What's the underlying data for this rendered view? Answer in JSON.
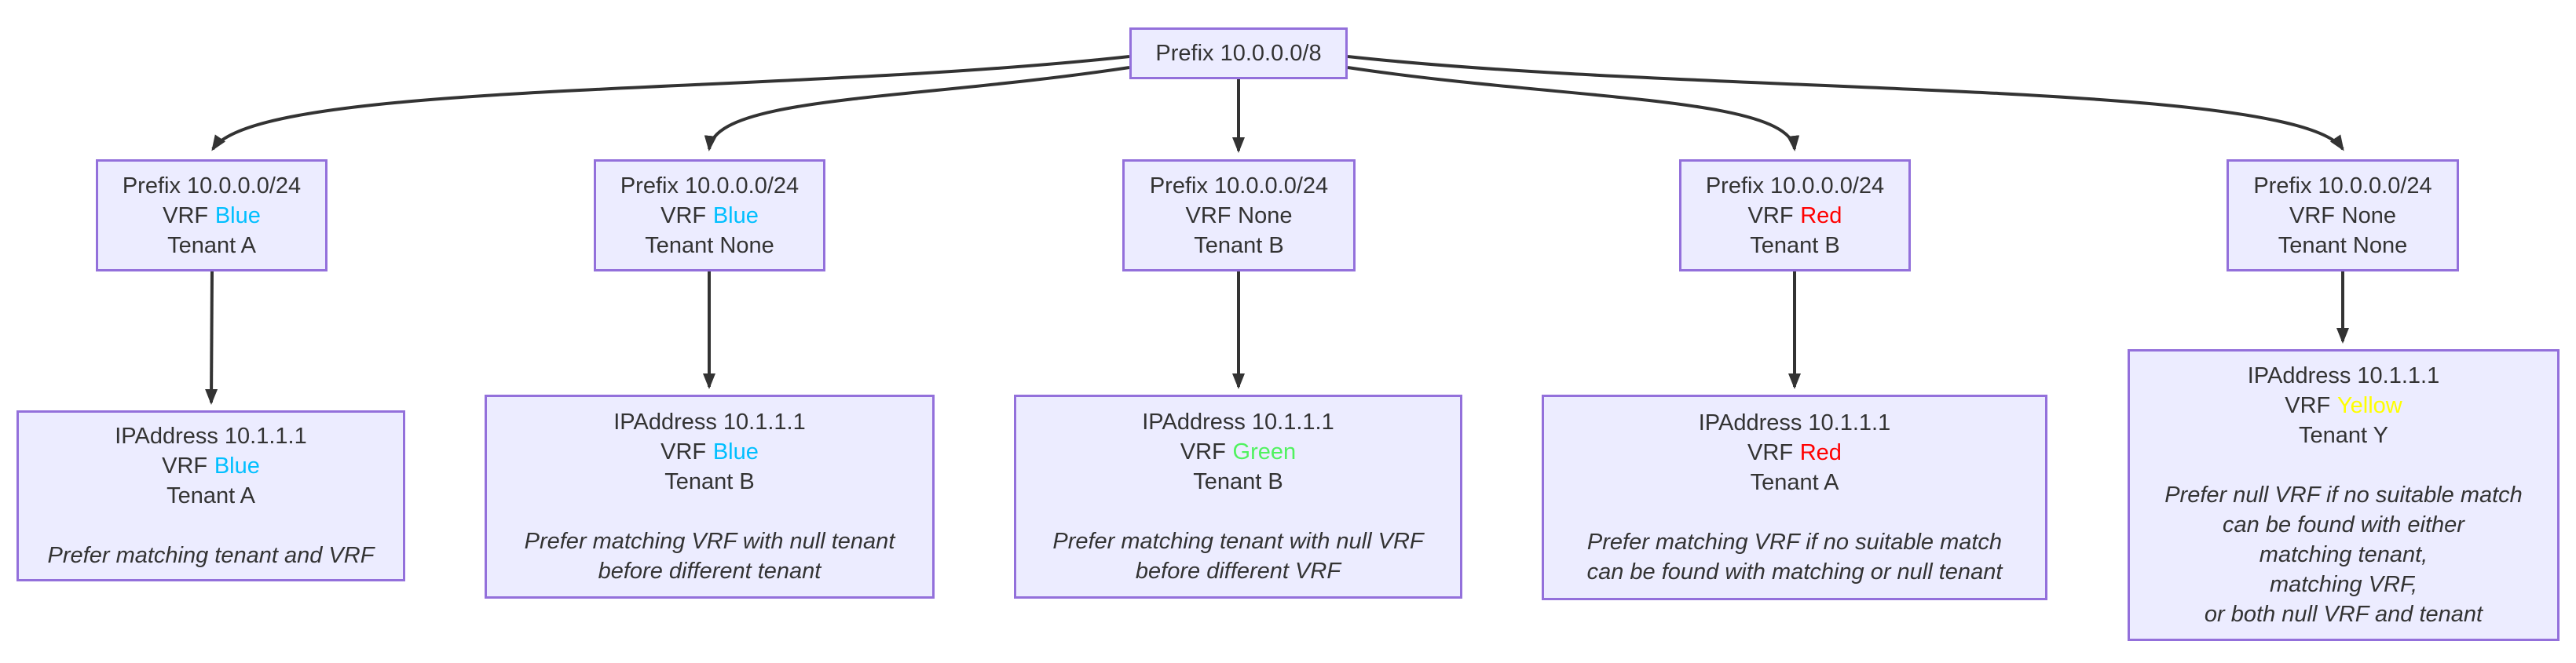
{
  "diagram": {
    "root": {
      "title": "Prefix 10.0.0.0/8"
    },
    "branches": [
      {
        "prefix": {
          "title": "Prefix 10.0.0.0/24",
          "vrf_label": "VRF",
          "vrf": "Blue",
          "vrf_color": "blue",
          "tenant": "Tenant A"
        },
        "ip": {
          "title": "IPAddress 10.1.1.1",
          "vrf_label": "VRF",
          "vrf": "Blue",
          "vrf_color": "blue",
          "tenant": "Tenant A",
          "note": "Prefer matching tenant and VRF"
        }
      },
      {
        "prefix": {
          "title": "Prefix 10.0.0.0/24",
          "vrf_label": "VRF",
          "vrf": "Blue",
          "vrf_color": "blue",
          "tenant": "Tenant None"
        },
        "ip": {
          "title": "IPAddress 10.1.1.1",
          "vrf_label": "VRF",
          "vrf": "Blue",
          "vrf_color": "blue",
          "tenant": "Tenant B",
          "note": "Prefer matching VRF with null tenant\nbefore different tenant"
        }
      },
      {
        "prefix": {
          "title": "Prefix 10.0.0.0/24",
          "vrf_label": "VRF",
          "vrf": "None",
          "vrf_color": "default",
          "tenant": "Tenant B"
        },
        "ip": {
          "title": "IPAddress 10.1.1.1",
          "vrf_label": "VRF",
          "vrf": "Green",
          "vrf_color": "green",
          "tenant": "Tenant B",
          "note": "Prefer matching tenant with null VRF\nbefore different VRF"
        }
      },
      {
        "prefix": {
          "title": "Prefix 10.0.0.0/24",
          "vrf_label": "VRF",
          "vrf": "Red",
          "vrf_color": "red",
          "tenant": "Tenant B"
        },
        "ip": {
          "title": "IPAddress 10.1.1.1",
          "vrf_label": "VRF",
          "vrf": "Red",
          "vrf_color": "red",
          "tenant": "Tenant A",
          "note": "Prefer matching VRF if no suitable match\ncan be found with matching or null tenant"
        }
      },
      {
        "prefix": {
          "title": "Prefix 10.0.0.0/24",
          "vrf_label": "VRF",
          "vrf": "None",
          "vrf_color": "default",
          "tenant": "Tenant None"
        },
        "ip": {
          "title": "IPAddress 10.1.1.1",
          "vrf_label": "VRF",
          "vrf": "Yellow",
          "vrf_color": "yellow",
          "tenant": "Tenant Y",
          "note": "Prefer null VRF if no suitable match\ncan be found with either\nmatching tenant,\nmatching VRF,\nor both null VRF and tenant"
        }
      }
    ]
  },
  "colors": {
    "vrf": {
      "blue": "#00BFFF",
      "green": "#50F25F",
      "red": "#FF0000",
      "yellow": "#FFFF00",
      "default": "#333333"
    },
    "node_fill": "#ECECFF",
    "node_border": "#9370DB",
    "text": "#333333",
    "edge": "#333333",
    "background": "#FFFFFF"
  }
}
